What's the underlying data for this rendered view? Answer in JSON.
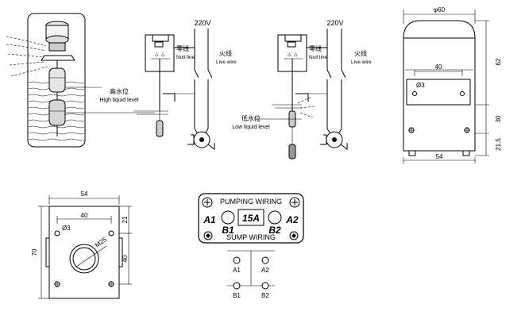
{
  "labels": {
    "voltage_left": "220V",
    "voltage_right": "220V",
    "neutral_cn": "零线",
    "neutral_en": "Null line",
    "live_cn": "火线",
    "live_en": "Live wire",
    "neutral_cn_2": "零线",
    "neutral_en_2": "Null line",
    "live_cn_2": "火线",
    "live_en_2": "Live wire",
    "high_cn": "高水位",
    "high_en": "High liquid level",
    "low_cn": "低水位",
    "low_en": "Low liquid level"
  },
  "side_view_dims": {
    "diameter": "φ60",
    "hole_span": "40",
    "hole_dia": "Ø3",
    "height_top": "62",
    "height_mid": "30",
    "height_bottom": "21.5",
    "width_bottom": "54"
  },
  "front_view_dims": {
    "width": "54",
    "hole_span": "40",
    "hole_dia": "Ø3",
    "thread": "M25",
    "height": "70",
    "side_top": "21",
    "side_mid": "40"
  },
  "terminal_block": {
    "top_text": "PUMPING WIRING",
    "bottom_text": "SUMP WIRING",
    "a1": "A1",
    "a2": "A2",
    "b1": "B1",
    "b2": "B2",
    "rating": "15A",
    "pin_a1": "A1",
    "pin_a2": "A2",
    "pin_b1": "B1",
    "pin_b2": "B2"
  }
}
